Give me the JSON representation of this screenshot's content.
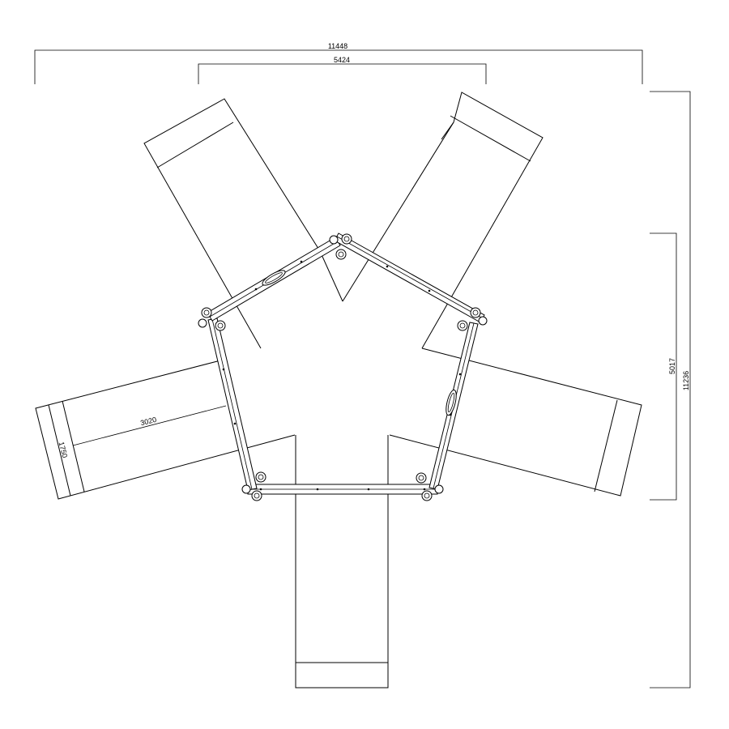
{
  "dimensions": {
    "overall_width": "11448",
    "inner_width": "5424",
    "overall_height": "11236",
    "partial_height": "5017",
    "panel_length": "3020",
    "panel_width": "1750"
  }
}
